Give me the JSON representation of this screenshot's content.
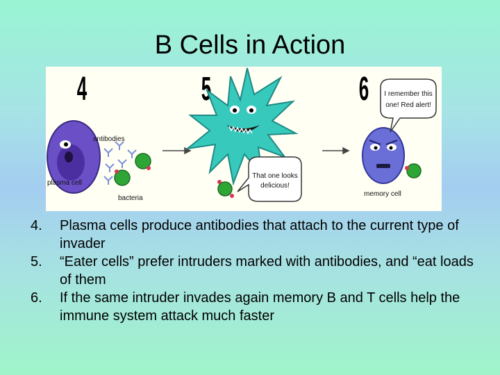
{
  "slide": {
    "title": "B Cells in Action"
  },
  "figure": {
    "step_numbers": [
      "4",
      "5",
      "6"
    ],
    "labels": {
      "antibodies": "antibodies",
      "plasma_cell": "plasma cell",
      "bacteria": "bacteria",
      "memory_cell": "memory cell"
    },
    "speech_eater": [
      "That one looks",
      "delicious!"
    ],
    "speech_memory": [
      "I remember this",
      "one! Red alert!"
    ],
    "colors": {
      "plasma_cell": "#6a4fc6",
      "eater_cell": "#38c9bd",
      "memory_cell": "#6a6fd8",
      "bacteria": "#2ea636",
      "antibody": "#7b8fd8",
      "marker": "#d8345a"
    }
  },
  "bullets": [
    {
      "num": "4.",
      "text": "Plasma cells produce antibodies that attach to the current type of invader"
    },
    {
      "num": "5.",
      "text": "“Eater cells” prefer intruders marked with antibodies, and “eat loads of them"
    },
    {
      "num": "6.",
      "text": "If the same intruder invades again memory B and T cells help the immune system attack much faster"
    }
  ]
}
